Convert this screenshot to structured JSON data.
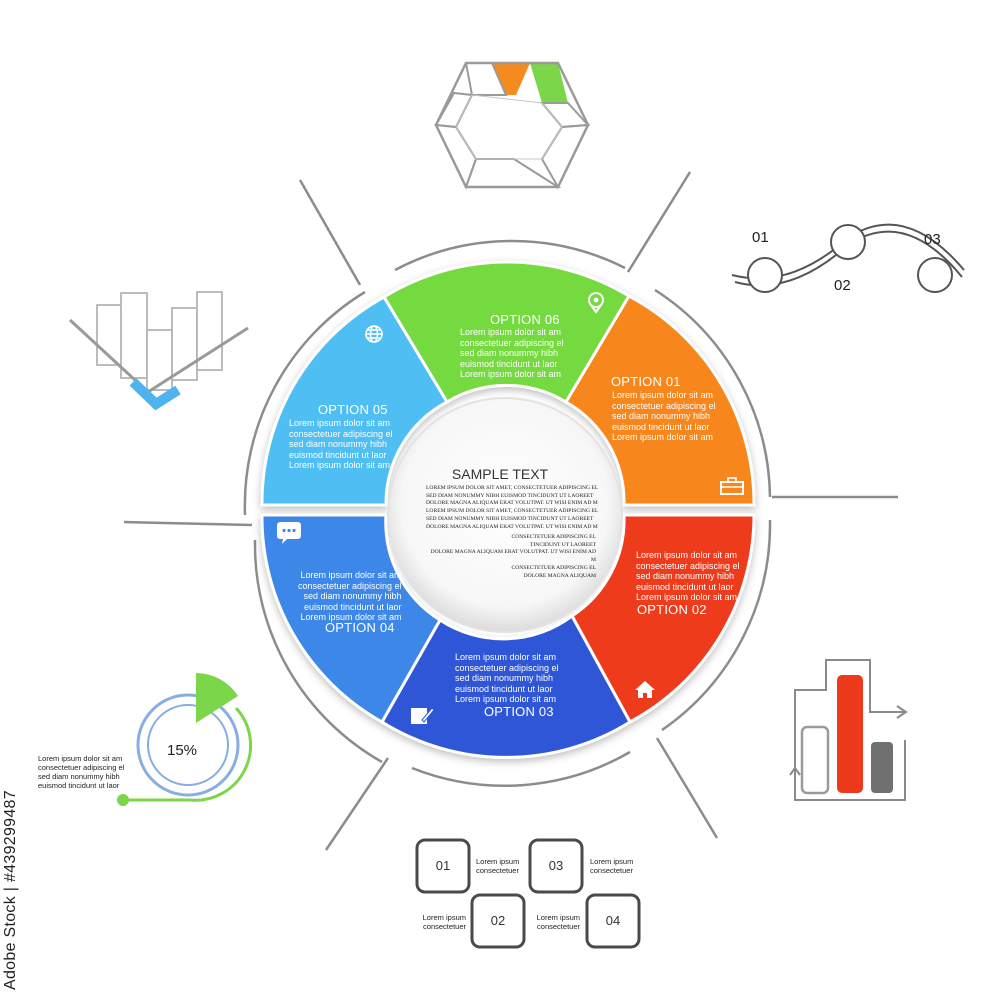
{
  "center": {
    "title": "SAMPLE TEXT",
    "para1": [
      "LOREM IPSUM DOLOR SIT AMET, CONSECTETUER ADIPISCING EL",
      "SED DIAM NONUMMY NIBH EUISMOD TINCIDUNT UT LAOREET",
      "DOLORE MAGNA ALIQUAM ERAT VOLUTPAT. UT WISI ENIM AD M",
      "LOREM IPSUM DOLOR SIT AMET, CONSECTETUER ADIPISCING EL",
      "SED DIAM NONUMMY NIBH EUISMOD TINCIDUNT UT LAOREET",
      "DOLORE MAGNA ALIQUAM ERAT VOLUTPAT. UT WISI ENIM AD M"
    ],
    "para2": [
      "CONSECTETUER ADIPISCING EL",
      "TINCIDUNT UT LAOREET",
      "DOLORE MAGNA ALIQUAM ERAT VOLUTPAT. UT WISI ENIM AD M",
      "CONSECTETUER ADIPISCING EL",
      "DOLORE MAGNA ALIQUAM"
    ]
  },
  "options": {
    "o1": {
      "title": "OPTION 01",
      "color": "#f7861c",
      "icon": "briefcase-icon"
    },
    "o2": {
      "title": "OPTION 02",
      "color": "#ee3a1c",
      "icon": "house-icon"
    },
    "o3": {
      "title": "OPTION 03",
      "color": "#2e56d6",
      "icon": "notepad-icon"
    },
    "o4": {
      "title": "OPTION 04",
      "color": "#3d87e8",
      "icon": "chat-bubble-icon"
    },
    "o5": {
      "title": "OPTION 05",
      "color": "#4fbef2",
      "icon": "globe-icon"
    },
    "o6": {
      "title": "OPTION 06",
      "color": "#74d93f",
      "icon": "map-pin-icon"
    }
  },
  "lorem5": [
    "Lorem ipsum dolor sit am",
    "consectetuer adipiscing el",
    "sed diam nonummy hibh",
    "euismod tincidunt ut laor",
    "Lorem ipsum dolor sit am"
  ],
  "wave": {
    "n1": "01",
    "n2": "02",
    "n3": "03"
  },
  "pie": {
    "value": "15%",
    "lines": [
      "Lorem ipsum dolor sit am",
      "consectetuer adipiscing el",
      "sed diam nonummy hibh",
      "euismod tincidunt ut laor"
    ]
  },
  "boxes": {
    "b1": "01",
    "b2": "02",
    "b3": "03",
    "b4": "04",
    "t1": [
      "Lorem ipsum",
      "consectetuer"
    ],
    "t2": [
      "Lorem ipsum",
      "consectetuer"
    ],
    "t3": [
      "Lorem ipsum",
      "consectetuer"
    ],
    "t4": [
      "Lorem ipsum",
      "consectetuer"
    ]
  },
  "watermark": "Adobe Stock | #439299487"
}
